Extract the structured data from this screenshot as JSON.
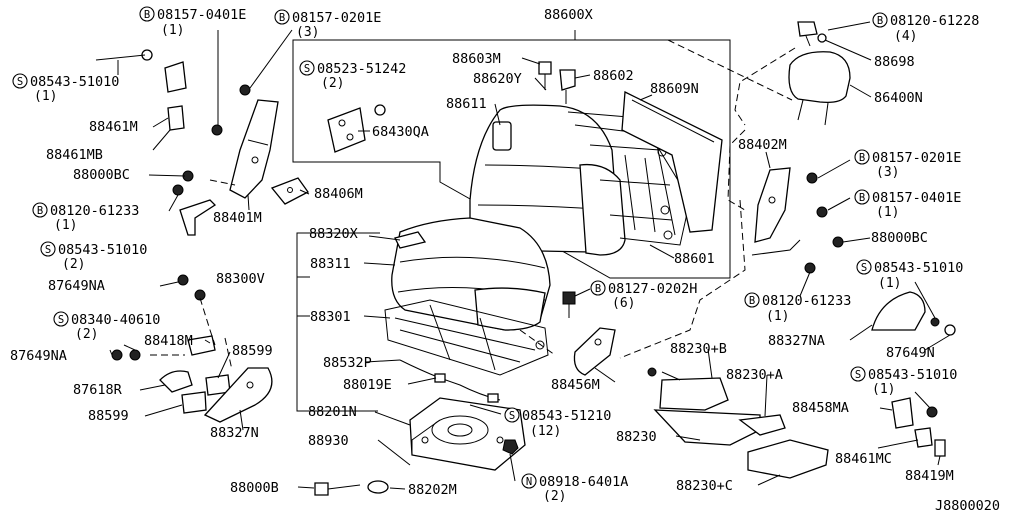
{
  "diagram_id": "J8800020",
  "labels": {
    "l1": {
      "p": "B",
      "t": "08157-0401E",
      "q": "(1)"
    },
    "l2": {
      "p": "B",
      "t": "08157-0201E",
      "q": "(3)"
    },
    "l3": {
      "t": "88600X"
    },
    "l4": {
      "p": "B",
      "t": "08120-61228",
      "q": "(4)"
    },
    "l5": {
      "p": "S",
      "t": "08543-51010",
      "q": "(1)"
    },
    "l6": {
      "p": "S",
      "t": "08523-51242",
      "q": "(2)"
    },
    "l7": {
      "t": "88603M"
    },
    "l8": {
      "t": "88620Y"
    },
    "l9": {
      "t": "88602"
    },
    "l10": {
      "t": "88698"
    },
    "l11": {
      "t": "88609N"
    },
    "l12": {
      "t": "86400N"
    },
    "l13": {
      "t": "88611"
    },
    "l14": {
      "t": "88461M"
    },
    "l15": {
      "t": "68430QA"
    },
    "l16": {
      "t": "88402M"
    },
    "l17": {
      "t": "88461MB"
    },
    "l18": {
      "p": "B",
      "t": "08157-0201E",
      "q": "(3)"
    },
    "l19": {
      "t": "88000BC"
    },
    "l20": {
      "t": "88406M"
    },
    "l21": {
      "p": "B",
      "t": "08157-0401E",
      "q": "(1)"
    },
    "l22": {
      "p": "B",
      "t": "08120-61233",
      "q": "(1)"
    },
    "l23": {
      "t": "88401M"
    },
    "l24": {
      "t": "88320X"
    },
    "l25": {
      "t": "88000BC"
    },
    "l26": {
      "p": "S",
      "t": "08543-51010",
      "q": "(2)"
    },
    "l27": {
      "t": "88311"
    },
    "l28": {
      "t": "88601"
    },
    "l29": {
      "p": "S",
      "t": "08543-51010",
      "q": "(1)"
    },
    "l30": {
      "t": "88300V"
    },
    "l31": {
      "t": "87649NA"
    },
    "l32": {
      "p": "B",
      "t": "08127-0202H",
      "q": "(6)"
    },
    "l33": {
      "p": "B",
      "t": "08120-61233",
      "q": "(1)"
    },
    "l34": {
      "p": "S",
      "t": "08340-40610",
      "q": "(2)"
    },
    "l35": {
      "t": "88301"
    },
    "l36": {
      "t": "88327NA"
    },
    "l37": {
      "t": "88418M"
    },
    "l38": {
      "t": "88599"
    },
    "l39": {
      "t": "87649NA"
    },
    "l40": {
      "t": "88230+B"
    },
    "l41": {
      "t": "87649N"
    },
    "l42": {
      "t": "88532P"
    },
    "l43": {
      "p": "S",
      "t": "08543-51010",
      "q": "(1)"
    },
    "l44": {
      "t": "87618R"
    },
    "l45": {
      "t": "88456M"
    },
    "l46": {
      "t": "88230+A"
    },
    "l47": {
      "t": "88019E"
    },
    "l48": {
      "t": "88599"
    },
    "l49": {
      "t": "88458MA"
    },
    "l50": {
      "t": "88201N"
    },
    "l51": {
      "p": "S",
      "t": "08543-51210",
      "q": "(12)"
    },
    "l52": {
      "t": "88327N"
    },
    "l53": {
      "t": "88230"
    },
    "l54": {
      "t": "88930"
    },
    "l55": {
      "t": "88461MC"
    },
    "l56": {
      "t": "88419M"
    },
    "l57": {
      "p": "N",
      "t": "08918-6401A",
      "q": "(2)"
    },
    "l58": {
      "t": "88000B"
    },
    "l59": {
      "t": "88202M"
    },
    "l60": {
      "t": "88230+C"
    },
    "l61": {
      "t": "J8800020"
    }
  }
}
